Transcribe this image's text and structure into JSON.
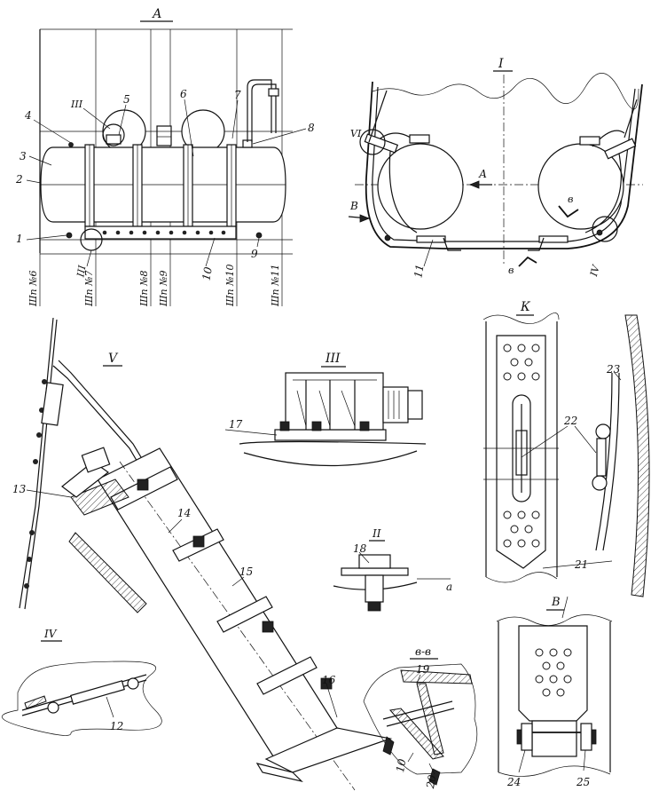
{
  "views": {
    "A": "А",
    "I": "I",
    "II": "II",
    "III": "III",
    "IV": "IV",
    "V": "V",
    "VI": "VI",
    "K": "К",
    "B": "В",
    "VV": "в-в"
  },
  "frames": [
    "Шп №6",
    "Шп №7",
    "Шп №8",
    "Шп №9",
    "Шп №10",
    "Шп №11"
  ],
  "callouts": {
    "n1": "1",
    "n2": "2",
    "n3": "3",
    "n4": "4",
    "n5": "5",
    "n6": "6",
    "n7": "7",
    "n8": "8",
    "n9": "9",
    "n10": "10",
    "n11": "11",
    "n12": "12",
    "n13": "13",
    "n14": "14",
    "n15": "15",
    "n16": "16",
    "n17": "17",
    "n18": "18",
    "n19": "19",
    "n20": "20",
    "n21": "21",
    "n22": "22",
    "n23": "23",
    "n24": "24",
    "n25": "25",
    "n10b": "10",
    "a": "a",
    "arrowA": "А",
    "arrowB": "В",
    "arrowV1": "в",
    "arrowV2": "в"
  }
}
